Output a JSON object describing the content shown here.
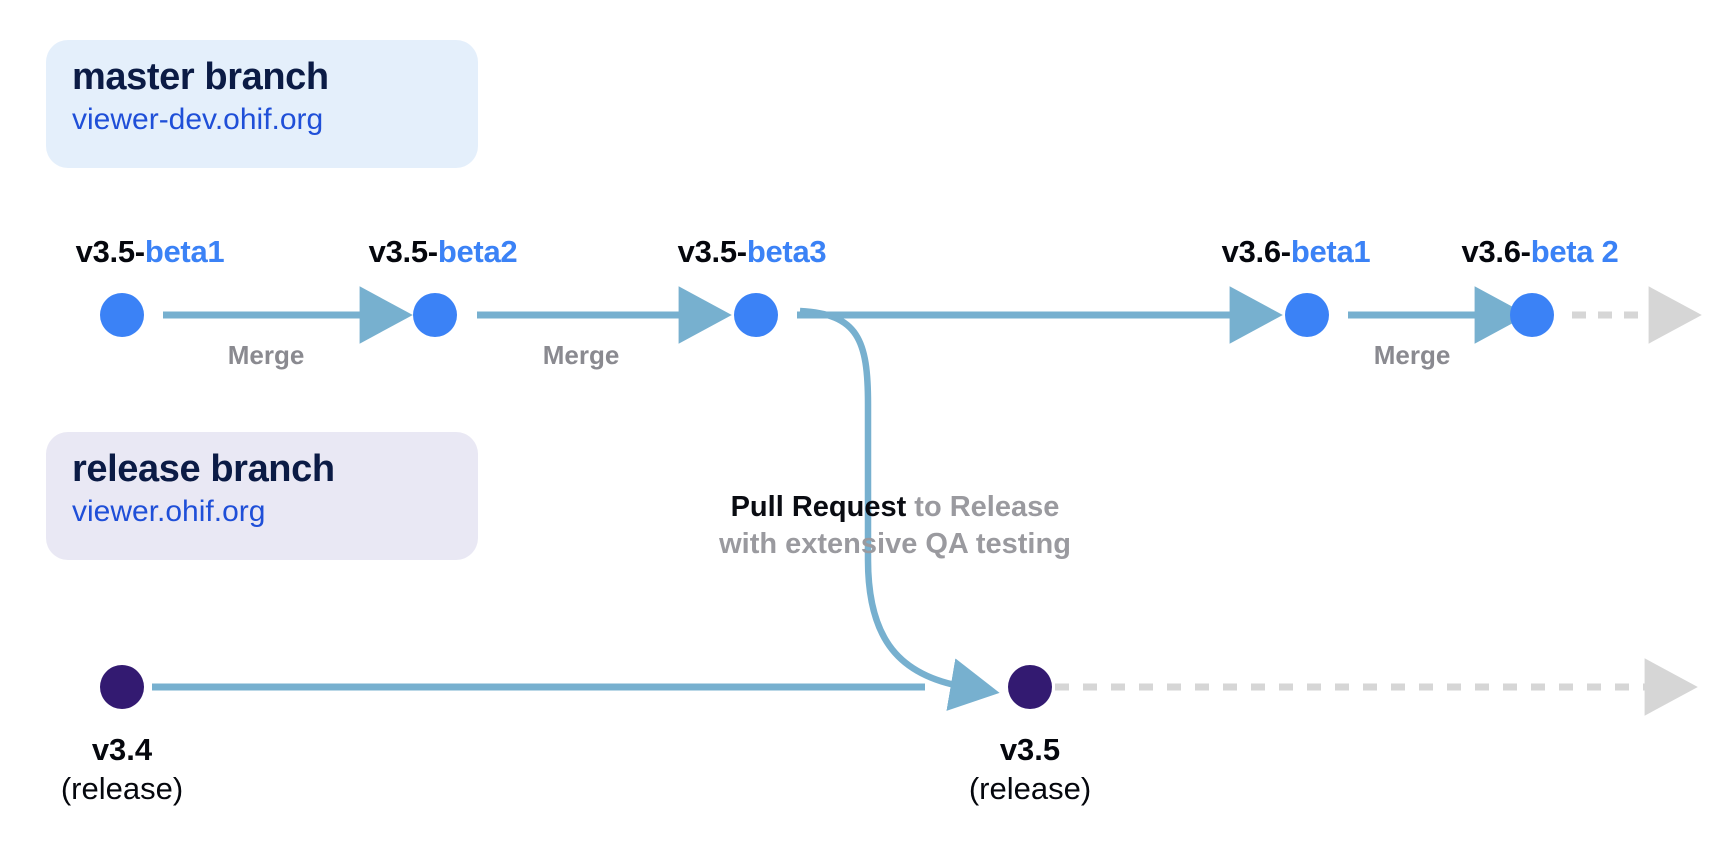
{
  "diagram": {
    "title_master": "master branch",
    "url_master": "viewer-dev.ohif.org",
    "title_release": "release branch",
    "url_release": "viewer.ohif.org"
  },
  "colors": {
    "master_card_bg": "#e4effb",
    "release_card_bg": "#e9e8f4",
    "card_title": "#0b1b45",
    "card_url": "#1f4fd8",
    "master_dot": "#3b82f6",
    "release_dot": "#331a71",
    "wire": "#77b0cf",
    "dashed_wire": "#d6d6d6",
    "beta_text": "#3b82f6",
    "muted_text": "#9a9a9f"
  },
  "master_branch": {
    "commits": [
      {
        "base": "v3.5-",
        "beta": "beta1"
      },
      {
        "base": "v3.5-",
        "beta": "beta2"
      },
      {
        "base": "v3.5-",
        "beta": "beta3"
      },
      {
        "base": "v3.6-",
        "beta": "beta1"
      },
      {
        "base": "v3.6-",
        "beta": "beta 2"
      }
    ],
    "merge_labels": [
      "Merge",
      "Merge",
      "Merge"
    ]
  },
  "release_branch": {
    "commits": [
      {
        "version": "v3.4",
        "kind": "(release)"
      },
      {
        "version": "v3.5",
        "kind": "(release)"
      }
    ]
  },
  "pull_request_note": {
    "strong": "Pull Request",
    "muted": " to Release",
    "line2": "with extensive QA testing"
  }
}
